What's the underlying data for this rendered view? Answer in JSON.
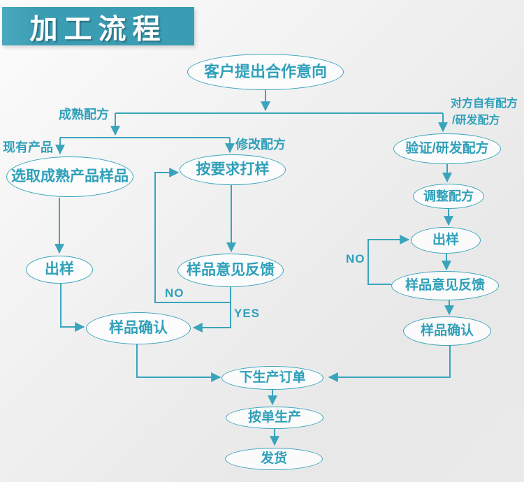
{
  "title": {
    "text": "加工流程"
  },
  "nodes": {
    "customer_intent": {
      "label": "客户提出合作意向"
    },
    "select_mature_sample": {
      "label": "选取成熟产品样品"
    },
    "sample_on_request": {
      "label": "按要求打样"
    },
    "produce_sample_left": {
      "label": "出样"
    },
    "sample_feedback_mid": {
      "label": "样品意见反馈"
    },
    "sample_confirm_left": {
      "label": "样品确认"
    },
    "verify_develop_formula": {
      "label": "验证/研发配方"
    },
    "adjust_formula": {
      "label": "调整配方"
    },
    "produce_sample_right": {
      "label": "出样"
    },
    "sample_feedback_right": {
      "label": "样品意见反馈"
    },
    "sample_confirm_right": {
      "label": "样品确认"
    },
    "place_production_order": {
      "label": "下生产订单"
    },
    "produce_per_order": {
      "label": "按单生产"
    },
    "ship": {
      "label": "发货"
    }
  },
  "edge_labels": {
    "mature_formula": "成熟配方",
    "existing_product": "现有产品",
    "modify_formula": "修改配方",
    "own_formula_line1": "对方自有配方",
    "own_formula_line2": "/研发配方",
    "no_mid": "NO",
    "yes_mid": "YES",
    "no_right": "NO"
  },
  "colors": {
    "teal": "#3aa4bc",
    "title-bg": "#3b9db4",
    "title-text": "#ffffff"
  }
}
